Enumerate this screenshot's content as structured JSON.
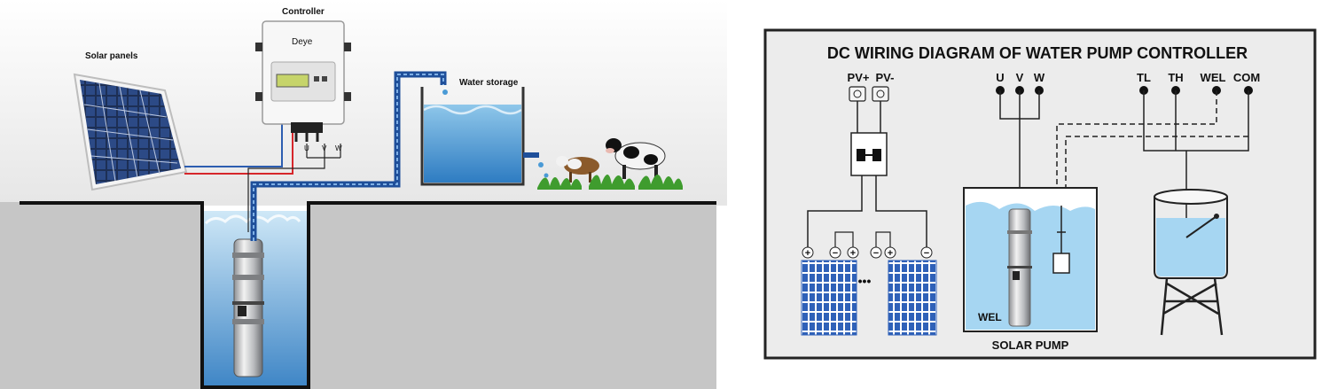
{
  "left_scene": {
    "solar_panels_label": "Solar panels",
    "controller_label": "Controller",
    "controller_brand": "Deye",
    "terminal_labels": [
      "U",
      "V",
      "W"
    ],
    "water_storage_label": "Water storage"
  },
  "wiring_diagram": {
    "title": "DC WIRING DIAGRAM OF WATER PUMP CONTROLLER",
    "pv_plus_label": "PV+",
    "pv_minus_label": "PV-",
    "motor_terminals": [
      "U",
      "V",
      "W"
    ],
    "signal_terminals": [
      "TL",
      "TH",
      "WEL",
      "COM"
    ],
    "plus_symbol": "+",
    "minus_symbol": "−",
    "ellipsis": "•••",
    "well_label": "WEL",
    "solar_pump_label": "SOLAR PUMP"
  },
  "colors": {
    "ground": "#c6c6c6",
    "sky_gradient_top": "#ffffff",
    "sky_gradient_bottom": "#e9e9e9",
    "water": "#8fc7e8",
    "water_deep": "#3f86c6",
    "pipe": "#2c69b8",
    "wire_red": "#d6262b",
    "wire_blue": "#2c5db0",
    "diagram_bg": "#ececec",
    "panel_blue": "#2f61b8"
  }
}
